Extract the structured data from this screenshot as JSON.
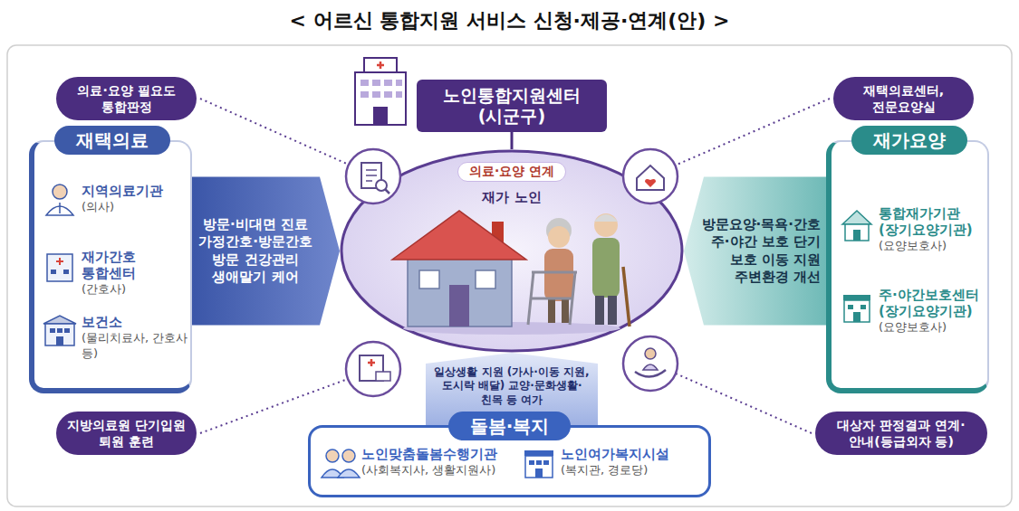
{
  "diagram": {
    "title": "< 어르신 통합지원 서비스 신청·제공·연계(안) >",
    "nodes": [
      {
        "text": [
          "노인통합지원센터 (시군구)"
        ]
      },
      {
        "text": [
          "의료·요양 필요도 통합판정"
        ]
      },
      {
        "text": [
          "재택의료센터, 전문요양실"
        ]
      },
      {
        "text": [
          "재택의료"
        ]
      },
      {
        "text": [
          "지역의료기관",
          "(의사)"
        ],
        "in": 3
      },
      {
        "text": [
          "재가간호 통합센터",
          "(간호사)"
        ],
        "in": 3
      },
      {
        "text": [
          "보건소",
          "(물리치료사, 간호사 등)"
        ],
        "in": 3
      },
      {
        "text": [
          "의료·요양 연계",
          "재가 노인"
        ]
      },
      {
        "text": [
          "재가요양"
        ]
      },
      {
        "text": [
          "통합재가기관 (장기요양기관)",
          "(요양보호사)"
        ],
        "in": 8
      },
      {
        "text": [
          "주·야간보호센터 (장기요양기관)",
          "(요양보호사)"
        ],
        "in": 8
      },
      {
        "text": [
          "지방의료원 단기입원 퇴원 훈련"
        ]
      },
      {
        "text": [
          "대상자 판정결과 연계·안내(등급외자 등)"
        ]
      },
      {
        "text": [
          "돌봄·복지"
        ]
      },
      {
        "text": [
          "노인맞춤돌봄수행기관",
          "(사회복지사, 생활지원사)"
        ],
        "in": 13
      },
      {
        "text": [
          "노인여가복지시설",
          "(복지관, 경로당)"
        ],
        "in": 13
      }
    ],
    "edges": [
      {
        "from": 3,
        "to": 7,
        "arrow": "to",
        "label": "방문·비대면 진료 가정간호·방문간호 방문 건강관리 생애말기 케어"
      },
      {
        "from": 8,
        "to": 7,
        "arrow": "to",
        "label": "방문요양·목욕·간호 주·야간 보호 단기 보호 이동 지원 주변환경 개선"
      },
      {
        "from": 13,
        "to": 7,
        "arrow": "to",
        "label": "일상생활 지원 (가사·이동 지원, 도시락 배달) 교양·문화생활·친목 등 여가"
      },
      {
        "from": 0,
        "to": 7,
        "arrow": "none"
      }
    ]
  }
}
